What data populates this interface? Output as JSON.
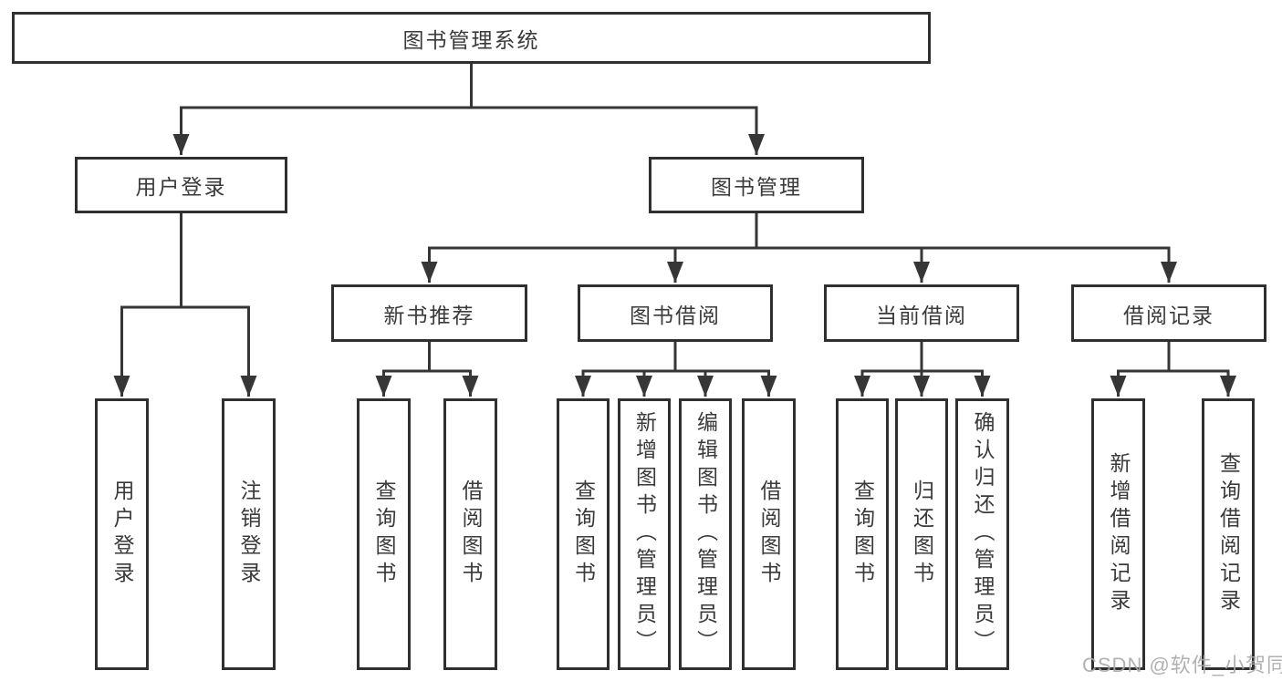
{
  "tree": {
    "root": {
      "label": "图书管理系统"
    },
    "branches": [
      {
        "label": "用户登录",
        "children": [
          {
            "label": "用户登录"
          },
          {
            "label": "注销登录"
          }
        ]
      },
      {
        "label": "图书管理",
        "children": [
          {
            "label": "新书推荐",
            "children": [
              {
                "label": "查询图书"
              },
              {
                "label": "借阅图书"
              }
            ]
          },
          {
            "label": "图书借阅",
            "children": [
              {
                "label": "查询图书"
              },
              {
                "label": "新增图书（管理员）"
              },
              {
                "label": "编辑图书（管理员）"
              },
              {
                "label": "借阅图书"
              }
            ]
          },
          {
            "label": "当前借阅",
            "children": [
              {
                "label": "查询图书"
              },
              {
                "label": "归还图书"
              },
              {
                "label": "确认归还（管理员）"
              }
            ]
          },
          {
            "label": "借阅记录",
            "children": [
              {
                "label": "新增借阅记录"
              },
              {
                "label": "查询借阅记录"
              }
            ]
          }
        ]
      }
    ]
  },
  "watermark": {
    "text": "CSDN @软件_小贺同学"
  },
  "colors": {
    "line": "#363636",
    "box_border": "#2f2f2f",
    "text": "#3a3a3a",
    "watermark": "#a9a9a9",
    "background": "#ffffff"
  }
}
